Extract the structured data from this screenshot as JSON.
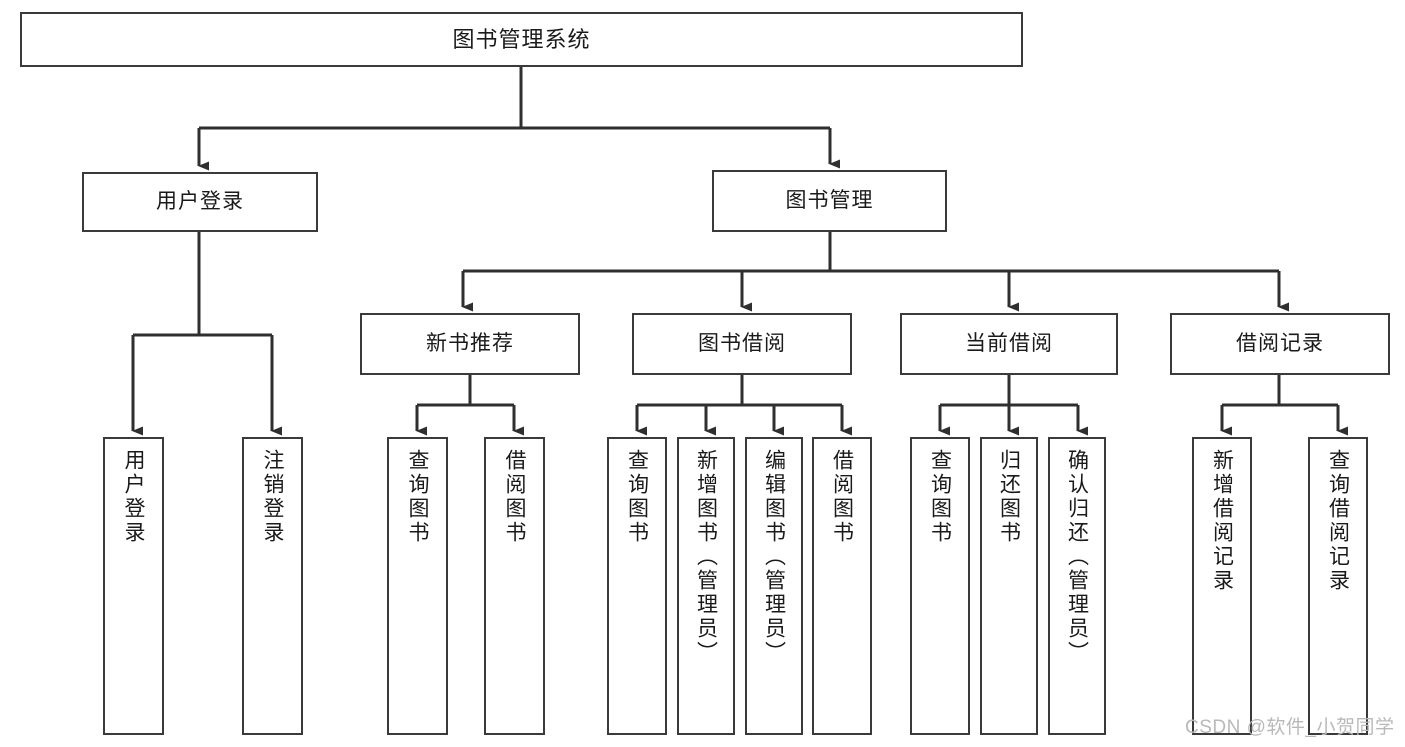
{
  "diagram": {
    "title": "图书管理系统",
    "type": "hierarchy-tree",
    "levels": 4,
    "colors": {
      "box_border": "#3a3a3a",
      "box_fill": "#ffffff",
      "edge": "#2f2f2f",
      "text": "#1a1a1a",
      "watermark": "#b9b9b9",
      "background": "#ffffff"
    },
    "root": {
      "label": "图书管理系统"
    },
    "level1": [
      {
        "label": "用户登录"
      },
      {
        "label": "图书管理"
      }
    ],
    "level2": [
      {
        "label": "新书推荐"
      },
      {
        "label": "图书借阅"
      },
      {
        "label": "当前借阅"
      },
      {
        "label": "借阅记录"
      }
    ],
    "leaves": {
      "user_login": [
        {
          "label": "用户登录"
        },
        {
          "label": "注销登录"
        }
      ],
      "new_book_recommend": [
        {
          "label": "查询图书"
        },
        {
          "label": "借阅图书"
        }
      ],
      "book_borrow": [
        {
          "label": "查询图书"
        },
        {
          "label": "新增图书（管理员）"
        },
        {
          "label": "编辑图书（管理员）"
        },
        {
          "label": "借阅图书"
        }
      ],
      "current_borrow": [
        {
          "label": "查询图书"
        },
        {
          "label": "归还图书"
        },
        {
          "label": "确认归还（管理员）"
        }
      ],
      "borrow_record": [
        {
          "label": "新增借阅记录"
        },
        {
          "label": "查询借阅记录"
        }
      ]
    }
  },
  "watermark": {
    "text": "CSDN @软件_小贺同学"
  }
}
